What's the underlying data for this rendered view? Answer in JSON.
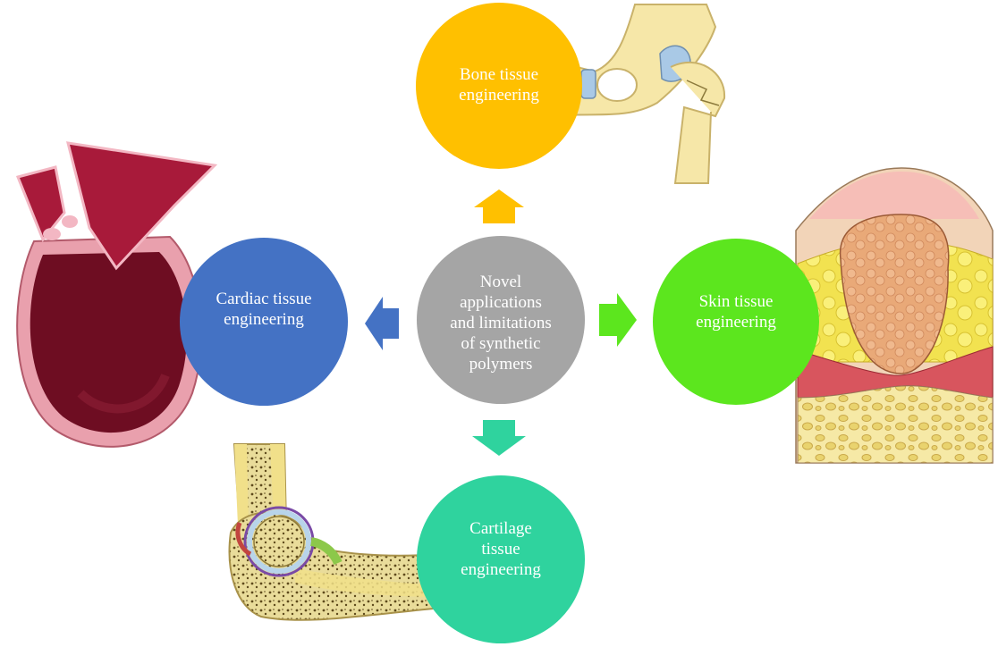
{
  "center": {
    "lines": [
      "Novel",
      "applications",
      "and limitations",
      "of synthetic",
      "polymers"
    ],
    "color": "#a5a5a5"
  },
  "nodes": {
    "bone": {
      "lines": [
        "Bone tissue",
        "engineering"
      ],
      "color": "#ffc000"
    },
    "cardiac": {
      "lines": [
        "Cardiac tissue",
        "engineering"
      ],
      "color": "#4472c4"
    },
    "skin": {
      "lines": [
        "Skin tissue",
        "engineering"
      ],
      "color": "#5ce61e"
    },
    "cartilage": {
      "lines": [
        "Cartilage",
        "tissue",
        "engineering"
      ],
      "color": "#2fd39e"
    }
  },
  "illustrations": {
    "heart": "heart-illustration",
    "hip": "hip-bone-illustration",
    "skin": "skin-cross-section-illustration",
    "elbow": "elbow-joint-illustration"
  }
}
